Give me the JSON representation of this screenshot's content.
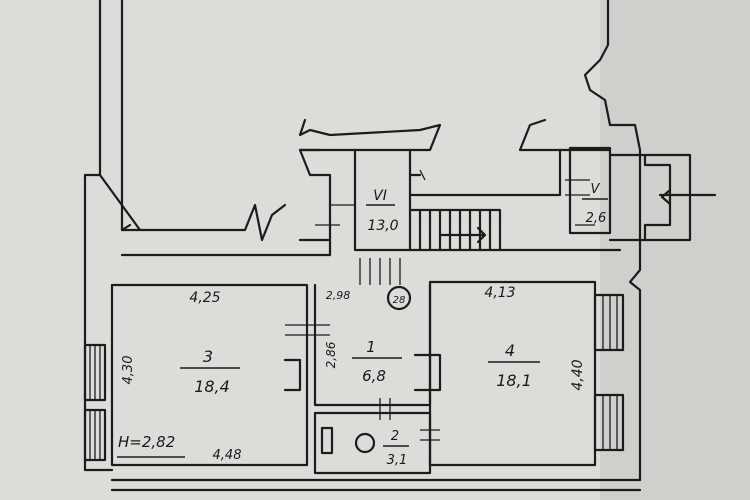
{
  "plan": {
    "paper_color": "#dcdcd8",
    "ink_color": "#1c1c1c",
    "rooms": [
      {
        "id": "3",
        "number": "3",
        "area": "18,4"
      },
      {
        "id": "1",
        "number": "1",
        "area": "6,8"
      },
      {
        "id": "4",
        "number": "4",
        "area": "18,1"
      },
      {
        "id": "2",
        "number": "2",
        "area": "3,1"
      },
      {
        "id": "vi",
        "number": "VI",
        "area": "13,0"
      },
      {
        "id": "v",
        "number": "V",
        "area": "2,6"
      }
    ],
    "dimensions": {
      "room3_width": "4,25",
      "room3_depth": "4,30",
      "room3_bottom": "4,48",
      "room1_width": "2,98",
      "room1_depth": "2,86",
      "room4_width": "4,13",
      "room4_depth": "4,40",
      "height_note": "H=2,82"
    },
    "stove_mark": "28"
  }
}
